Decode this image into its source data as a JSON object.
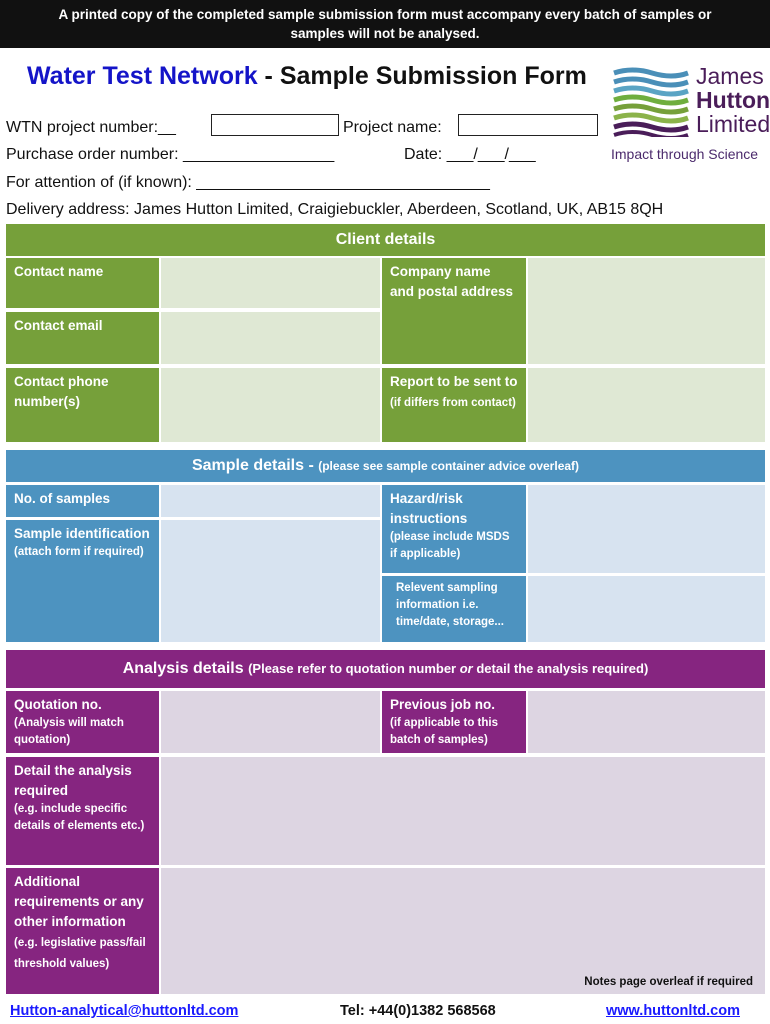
{
  "banner": {
    "line1": "A printed copy of the completed sample submission form must accompany every batch of samples or",
    "line2": "samples will not be analysed."
  },
  "title": {
    "part1": "Water Test Network",
    "part2": " - Sample Submission Form"
  },
  "logo": {
    "line1": "James",
    "line2": "Hutton",
    "line3": "Limited",
    "tagline": "Impact through Science",
    "colors": [
      "#4a8fb8",
      "#76a03a",
      "#4a1d59"
    ]
  },
  "header_fields": {
    "wtn_project": "WTN project number:__",
    "project_name": "Project name:",
    "purchase_order": "Purchase order number: _________________",
    "date": "Date:  ___/___/___",
    "attention": "For attention of (if known):  _________________________________",
    "delivery": "Delivery address:  James Hutton Limited, Craigiebuckler, Aberdeen, Scotland, UK, AB15 8QH"
  },
  "client": {
    "header": "Client details",
    "contact_name": "Contact name",
    "contact_email": "Contact email",
    "contact_phone": "Contact phone number(s)",
    "company_name": "Company name and postal address",
    "report_to": "Report to be sent to",
    "report_to_note": "(if differs from contact)"
  },
  "sample": {
    "header": "Sample details - ",
    "header_note": "(please see sample container advice overleaf)",
    "num_samples": "No. of samples",
    "sample_id": "Sample identification",
    "sample_id_note": "(attach form if required)",
    "hazard": "Hazard/risk instructions",
    "hazard_note": "(please include MSDS if applicable)",
    "relevant": "Relevent sampling information i.e. time/date, storage..."
  },
  "analysis": {
    "header": "Analysis details ",
    "header_note_a": "(Please refer to quotation number ",
    "header_note_or": "or",
    "header_note_b": " detail the analysis required)",
    "quotation": "Quotation no.",
    "quotation_note": "(Analysis will match quotation)",
    "previous_job": "Previous job no.",
    "previous_job_note": "(if applicable to this batch of samples)",
    "detail": "Detail the analysis required",
    "detail_note": "(e.g. include specific details of elements etc.)",
    "additional": "Additional requirements or any other information",
    "additional_note": "(e.g. legislative pass/fail threshold values)",
    "notes_overleaf": "Notes page overleaf if required"
  },
  "footer": {
    "email": "Hutton-analytical@huttonltd.com",
    "tel": "Tel: +44(0)1382 568568",
    "web": "www.huttonltd.com"
  }
}
